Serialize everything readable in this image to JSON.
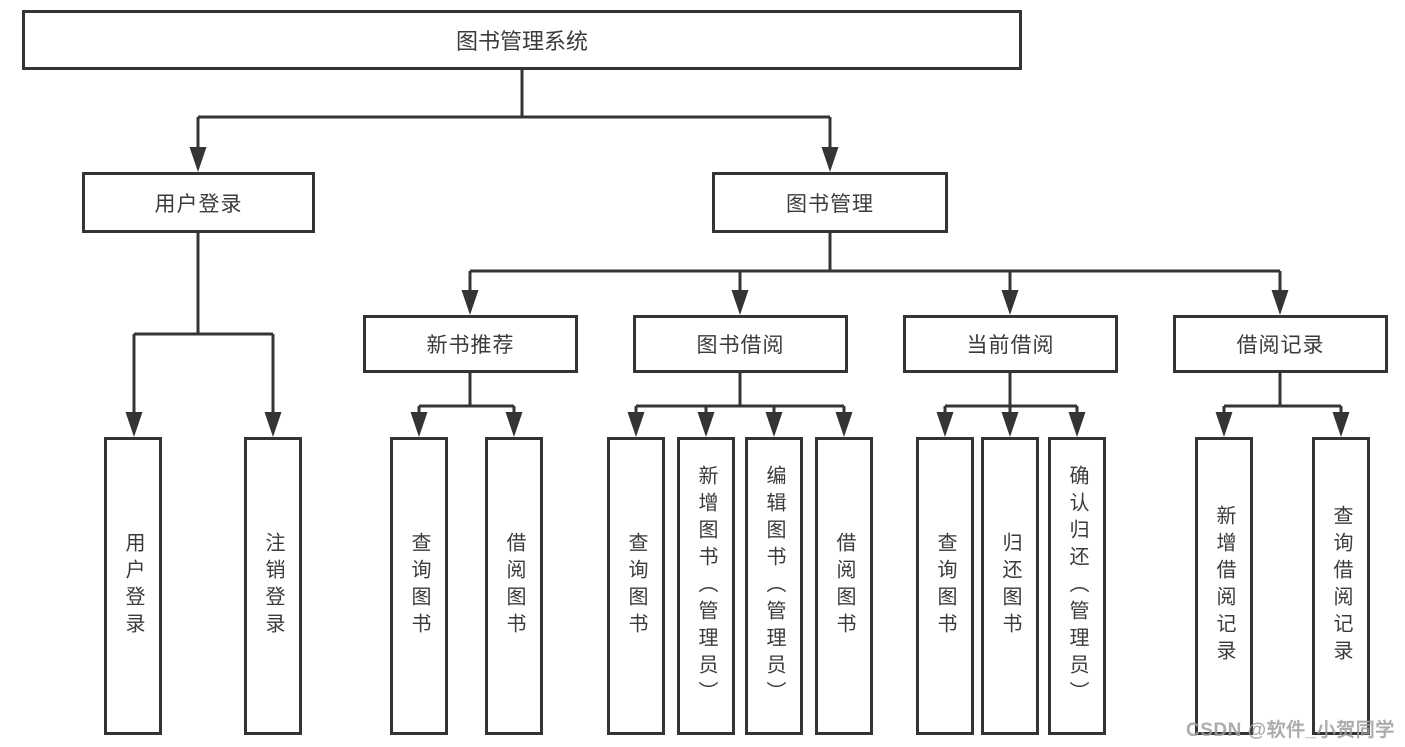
{
  "diagram": {
    "root": "图书管理系统",
    "branches": [
      {
        "label": "用户登录",
        "leaves": [
          "用户登录",
          "注销登录"
        ]
      },
      {
        "label": "图书管理",
        "groups": [
          {
            "label": "新书推荐",
            "leaves": [
              "查询图书",
              "借阅图书"
            ]
          },
          {
            "label": "图书借阅",
            "leaves": [
              "查询图书",
              "新增图书（管理员）",
              "编辑图书（管理员）",
              "借阅图书"
            ]
          },
          {
            "label": "当前借阅",
            "leaves": [
              "查询图书",
              "归还图书",
              "确认归还（管理员）"
            ]
          },
          {
            "label": "借阅记录",
            "leaves": [
              "新增借阅记录",
              "查询借阅记录"
            ]
          }
        ]
      }
    ]
  },
  "watermark": {
    "text": "CSDN @软件_小贺同学"
  },
  "colors": {
    "line": "#343434",
    "text": "#3b3b3b",
    "background": "#ffffff",
    "watermark": "#9e9e9e"
  }
}
